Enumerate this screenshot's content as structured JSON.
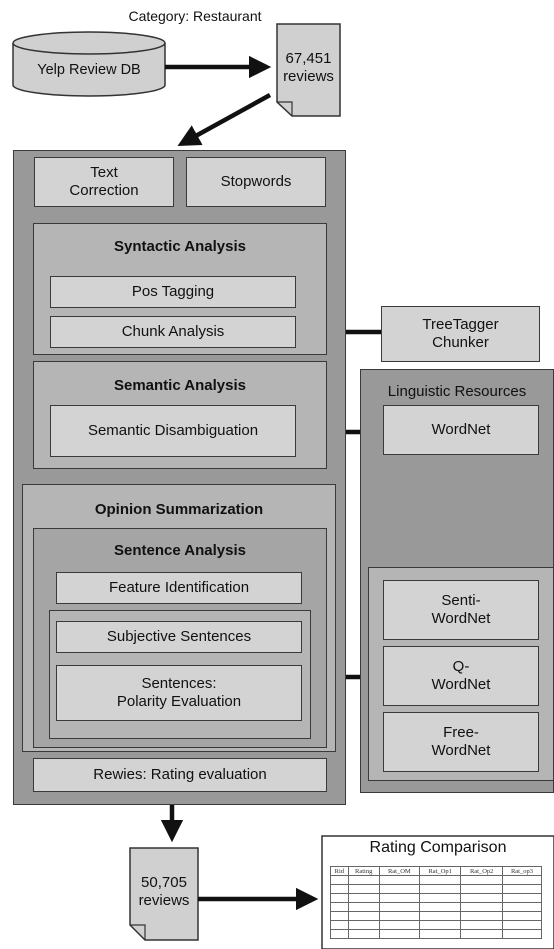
{
  "category_label": "Category: Restaurant",
  "source_db": "Yelp Review DB",
  "input_doc": "67,451\nreviews",
  "preprocessing": {
    "text_correction": "Text\nCorrection",
    "stopwords": "Stopwords"
  },
  "syntactic": {
    "title": "Syntactic Analysis",
    "pos_tagging": "Pos Tagging",
    "chunk_analysis": "Chunk Analysis"
  },
  "treetagger": "TreeTagger\nChunker",
  "semantic": {
    "title": "Semantic Analysis",
    "disambiguation": "Semantic Disambiguation"
  },
  "linguistic_resources": {
    "title": "Linguistic Resources",
    "wordnet": "WordNet"
  },
  "opinion": {
    "title": "Opinion Summarization",
    "sentence_analysis": "Sentence Analysis",
    "feature_identification": "Feature Identification",
    "subjective_sentences": "Subjective Sentences",
    "polarity": "Sentences:\nPolarity Evaluation"
  },
  "resources": {
    "senti": "Senti-\nWordNet",
    "q": "Q-\nWordNet",
    "free": "Free-\nWordNet"
  },
  "rating_eval": "Rewies: Rating evaluation",
  "output_doc": "50,705\nreviews",
  "rating_comparison": {
    "title": "Rating Comparison",
    "columns": [
      "Rid",
      "Rating",
      "Rat_OM",
      "Rat_Op1",
      "Rat_Op2",
      "Rat_op3"
    ]
  }
}
